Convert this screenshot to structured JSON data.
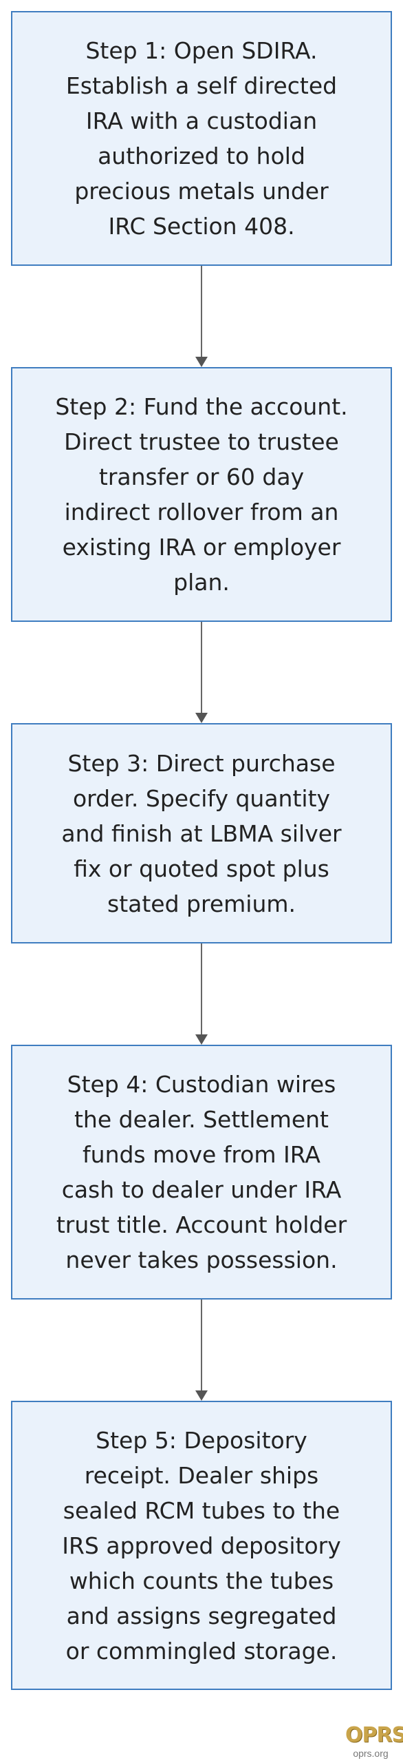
{
  "steps": [
    {
      "text": "Step 1: Open SDIRA.\nEstablish a self directed\nIRA with a custodian\nauthorized to hold\nprecious metals under\nIRC Section 408."
    },
    {
      "text": "Step 2: Fund the account.\nDirect trustee to trustee\ntransfer or 60 day\nindirect rollover from an\nexisting IRA or employer\nplan."
    },
    {
      "text": "Step 3: Direct purchase\norder. Specify quantity\nand finish at LBMA silver\nfix or quoted spot plus\nstated premium."
    },
    {
      "text": "Step 4: Custodian wires\nthe dealer. Settlement\nfunds move from IRA\ncash to dealer under IRA\ntrust title. Account holder\nnever takes possession."
    },
    {
      "text": "Step 5: Depository\nreceipt. Dealer ships\nsealed RCM tubes to the\nIRS approved depository\nwhich counts the tubes\nand assigns segregated\nor commingled storage."
    }
  ],
  "logo": {
    "mark": "OPRS",
    "url": "oprs.org"
  },
  "colors": {
    "box_fill": "#eaf2fb",
    "box_border": "#3f7dc0",
    "arrow": "#666666"
  }
}
